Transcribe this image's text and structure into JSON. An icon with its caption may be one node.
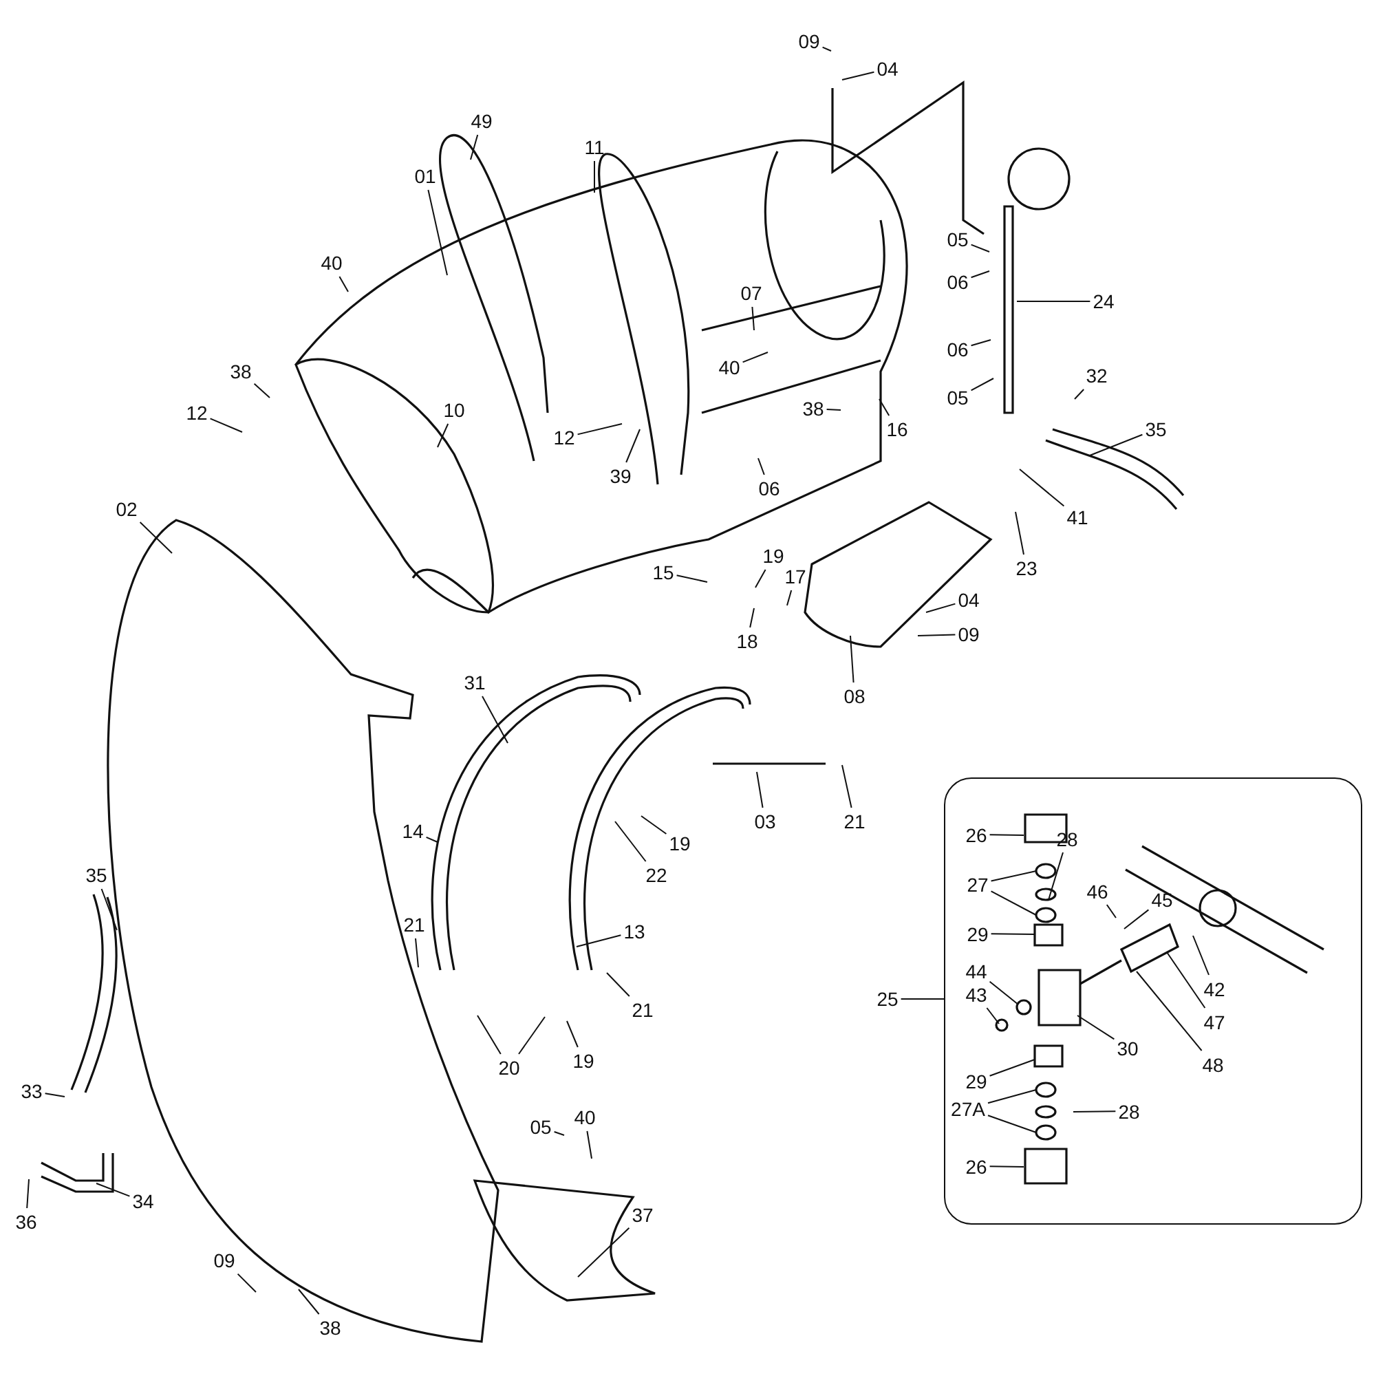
{
  "diagram": {
    "nodes": [
      {
        "text": [
          "09"
        ]
      },
      {
        "text": [
          "04"
        ]
      },
      {
        "text": [
          "49"
        ]
      },
      {
        "text": [
          "01"
        ]
      },
      {
        "text": [
          "11"
        ]
      },
      {
        "text": [
          "40"
        ]
      },
      {
        "text": [
          "07"
        ]
      },
      {
        "text": [
          "40"
        ]
      },
      {
        "text": [
          "38"
        ]
      },
      {
        "text": [
          "12"
        ]
      },
      {
        "text": [
          "10"
        ]
      },
      {
        "text": [
          "12"
        ]
      },
      {
        "text": [
          "39"
        ]
      },
      {
        "text": [
          "38"
        ]
      },
      {
        "text": [
          "16"
        ]
      },
      {
        "text": [
          "06"
        ]
      },
      {
        "text": [
          "05"
        ]
      },
      {
        "text": [
          "06"
        ]
      },
      {
        "text": [
          "06"
        ]
      },
      {
        "text": [
          "05"
        ]
      },
      {
        "text": [
          "24"
        ]
      },
      {
        "text": [
          "32"
        ]
      },
      {
        "text": [
          "35"
        ]
      },
      {
        "text": [
          "41"
        ]
      },
      {
        "text": [
          "23"
        ]
      },
      {
        "text": [
          "02"
        ]
      },
      {
        "text": [
          "15"
        ]
      },
      {
        "text": [
          "19"
        ]
      },
      {
        "text": [
          "17"
        ]
      },
      {
        "text": [
          "18"
        ]
      },
      {
        "text": [
          "04"
        ]
      },
      {
        "text": [
          "09"
        ]
      },
      {
        "text": [
          "08"
        ]
      },
      {
        "text": [
          "31"
        ]
      },
      {
        "text": [
          "03"
        ]
      },
      {
        "text": [
          "21"
        ]
      },
      {
        "text": [
          "14"
        ]
      },
      {
        "text": [
          "19"
        ]
      },
      {
        "text": [
          "22"
        ]
      },
      {
        "text": [
          "35"
        ]
      },
      {
        "text": [
          "21"
        ]
      },
      {
        "text": [
          "13"
        ]
      },
      {
        "text": [
          "21"
        ]
      },
      {
        "text": [
          "20"
        ]
      },
      {
        "text": [
          "19"
        ]
      },
      {
        "text": [
          "33"
        ]
      },
      {
        "text": [
          "05"
        ]
      },
      {
        "text": [
          "40"
        ]
      },
      {
        "text": [
          "36"
        ]
      },
      {
        "text": [
          "34"
        ]
      },
      {
        "text": [
          "37"
        ]
      },
      {
        "text": [
          "09"
        ]
      },
      {
        "text": [
          "38"
        ]
      },
      {
        "text": [
          "25"
        ]
      },
      {
        "text": [],
        "shape": "box"
      },
      {
        "text": [
          "26"
        ],
        "in": 54
      },
      {
        "text": [
          "28"
        ],
        "in": 54
      },
      {
        "text": [
          "27"
        ],
        "in": 54
      },
      {
        "text": [
          "46"
        ],
        "in": 54
      },
      {
        "text": [
          "45"
        ],
        "in": 54
      },
      {
        "text": [
          "29"
        ],
        "in": 54
      },
      {
        "text": [
          "44"
        ],
        "in": 54
      },
      {
        "text": [
          "43"
        ],
        "in": 54
      },
      {
        "text": [
          "42"
        ],
        "in": 54
      },
      {
        "text": [
          "47"
        ],
        "in": 54
      },
      {
        "text": [
          "30"
        ],
        "in": 54
      },
      {
        "text": [
          "48"
        ],
        "in": 54
      },
      {
        "text": [
          "29"
        ],
        "in": 54
      },
      {
        "text": [
          "27A"
        ],
        "in": 54
      },
      {
        "text": [
          "28"
        ],
        "in": 54
      },
      {
        "text": [
          "26"
        ],
        "in": 54
      }
    ],
    "edges": [
      {
        "from": 0,
        "to": null,
        "arrow": "none"
      },
      {
        "from": 1,
        "to": null,
        "arrow": "none"
      },
      {
        "from": 2,
        "to": null,
        "arrow": "none"
      },
      {
        "from": 3,
        "to": null,
        "arrow": "none"
      },
      {
        "from": 4,
        "to": null,
        "arrow": "none"
      },
      {
        "from": 5,
        "to": null,
        "arrow": "none"
      },
      {
        "from": 6,
        "to": null,
        "arrow": "none"
      },
      {
        "from": 7,
        "to": null,
        "arrow": "none"
      },
      {
        "from": 8,
        "to": null,
        "arrow": "none"
      },
      {
        "from": 9,
        "to": null,
        "arrow": "none"
      },
      {
        "from": 10,
        "to": null,
        "arrow": "none"
      },
      {
        "from": 11,
        "to": null,
        "arrow": "none"
      },
      {
        "from": 12,
        "to": null,
        "arrow": "none"
      },
      {
        "from": 13,
        "to": null,
        "arrow": "none"
      },
      {
        "from": 14,
        "to": null,
        "arrow": "none"
      },
      {
        "from": 15,
        "to": null,
        "arrow": "none"
      },
      {
        "from": 16,
        "to": null,
        "arrow": "none"
      },
      {
        "from": 17,
        "to": null,
        "arrow": "none"
      },
      {
        "from": 18,
        "to": null,
        "arrow": "none"
      },
      {
        "from": 19,
        "to": null,
        "arrow": "none"
      },
      {
        "from": 20,
        "to": null,
        "arrow": "none"
      },
      {
        "from": 21,
        "to": null,
        "arrow": "none"
      },
      {
        "from": 22,
        "to": null,
        "arrow": "none"
      },
      {
        "from": 23,
        "to": null,
        "arrow": "none"
      },
      {
        "from": 24,
        "to": null,
        "arrow": "none"
      },
      {
        "from": 25,
        "to": null,
        "arrow": "none"
      },
      {
        "from": 26,
        "to": null,
        "arrow": "none"
      },
      {
        "from": 27,
        "to": null,
        "arrow": "none"
      },
      {
        "from": 28,
        "to": null,
        "arrow": "none"
      },
      {
        "from": 29,
        "to": null,
        "arrow": "none"
      },
      {
        "from": 30,
        "to": null,
        "arrow": "none"
      },
      {
        "from": 31,
        "to": null,
        "arrow": "none"
      },
      {
        "from": 32,
        "to": null,
        "arrow": "none"
      },
      {
        "from": 33,
        "to": null,
        "arrow": "none"
      },
      {
        "from": 34,
        "to": null,
        "arrow": "none"
      },
      {
        "from": 35,
        "to": null,
        "arrow": "none"
      },
      {
        "from": 36,
        "to": null,
        "arrow": "none"
      },
      {
        "from": 37,
        "to": null,
        "arrow": "none"
      },
      {
        "from": 38,
        "to": null,
        "arrow": "none"
      },
      {
        "from": 39,
        "to": null,
        "arrow": "none"
      },
      {
        "from": 40,
        "to": null,
        "arrow": "none"
      },
      {
        "from": 41,
        "to": null,
        "arrow": "none"
      },
      {
        "from": 42,
        "to": null,
        "arrow": "none"
      },
      {
        "from": 43,
        "to": null,
        "arrow": "none"
      },
      {
        "from": 43,
        "to": null,
        "arrow": "none"
      },
      {
        "from": 44,
        "to": null,
        "arrow": "none"
      },
      {
        "from": 45,
        "to": null,
        "arrow": "none"
      },
      {
        "from": 46,
        "to": null,
        "arrow": "none"
      },
      {
        "from": 47,
        "to": null,
        "arrow": "none"
      },
      {
        "from": 48,
        "to": null,
        "arrow": "none"
      },
      {
        "from": 49,
        "to": null,
        "arrow": "none"
      },
      {
        "from": 50,
        "to": null,
        "arrow": "none"
      },
      {
        "from": 51,
        "to": null,
        "arrow": "none"
      },
      {
        "from": 52,
        "to": null,
        "arrow": "none"
      },
      {
        "from": 53,
        "to": 54,
        "arrow": "none"
      },
      {
        "from": 55,
        "to": null,
        "arrow": "none"
      },
      {
        "from": 56,
        "to": null,
        "arrow": "none"
      },
      {
        "from": 57,
        "to": null,
        "arrow": "none"
      },
      {
        "from": 57,
        "to": null,
        "arrow": "none"
      },
      {
        "from": 58,
        "to": null,
        "arrow": "none"
      },
      {
        "from": 59,
        "to": null,
        "arrow": "none"
      },
      {
        "from": 60,
        "to": null,
        "arrow": "none"
      },
      {
        "from": 61,
        "to": null,
        "arrow": "none"
      },
      {
        "from": 62,
        "to": null,
        "arrow": "none"
      },
      {
        "from": 63,
        "to": null,
        "arrow": "none"
      },
      {
        "from": 64,
        "to": null,
        "arrow": "none"
      },
      {
        "from": 65,
        "to": null,
        "arrow": "none"
      },
      {
        "from": 66,
        "to": null,
        "arrow": "none"
      },
      {
        "from": 67,
        "to": null,
        "arrow": "none"
      },
      {
        "from": 68,
        "to": null,
        "arrow": "none"
      },
      {
        "from": 68,
        "to": null,
        "arrow": "none"
      },
      {
        "from": 69,
        "to": null,
        "arrow": "none"
      },
      {
        "from": 70,
        "to": null,
        "arrow": "none"
      }
    ]
  }
}
